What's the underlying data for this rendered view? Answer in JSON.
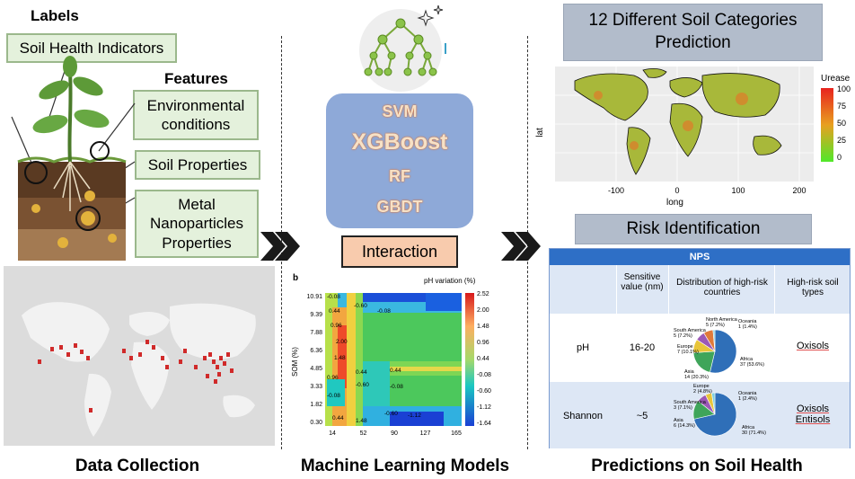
{
  "left": {
    "labels_title": "Labels",
    "soil_health": "Soil Health Indicators",
    "features_title": "Features",
    "environmental": "Environmental conditions",
    "soil_properties": "Soil Properties",
    "metal_nano": "Metal Nanoparticles Properties",
    "caption": "Data Collection"
  },
  "middle": {
    "models": [
      "SVM",
      "XGBoost",
      "RF",
      "GBDT"
    ],
    "interaction": "Interaction",
    "caption": "Machine Learning Models",
    "heatmap": {
      "panel_label": "b",
      "ylabel": "SOM (%)",
      "colorbar_title": "pH variation (%)",
      "yticks": [
        "10.91",
        "9.39",
        "7.88",
        "6.36",
        "4.85",
        "3.33",
        "1.82",
        "0.30"
      ],
      "xticks": [
        "14",
        "52",
        "90",
        "127",
        "165"
      ],
      "cbar_ticks": [
        "2.52",
        "2.00",
        "1.48",
        "0.96",
        "0.44",
        "-0.08",
        "-0.60",
        "-1.12",
        "-1.64"
      ],
      "cell_labels": [
        "-0.08",
        "0.44",
        "0.96",
        "2.00",
        "1.48",
        "0.96",
        "-0.08",
        "0.44",
        "-0.60",
        "-0.08",
        "0.44",
        "0.44",
        "-0.60",
        "-0.08",
        "-0.60",
        "-1.12",
        "1.48"
      ]
    }
  },
  "right": {
    "map_title": "12 Different Soil Categories Prediction",
    "map": {
      "ylabel": "lat",
      "xlabel": "long",
      "xticks": [
        "-100",
        "0",
        "100",
        "200"
      ],
      "legend_title": "Urease",
      "legend_ticks": [
        "100",
        "75",
        "50",
        "25",
        "0"
      ]
    },
    "risk_title": "Risk Identification",
    "table": {
      "header": "NPS",
      "columns": [
        "Sensitive value (nm)",
        "Distribution of high-risk countries",
        "High-risk soil types"
      ],
      "rows": [
        {
          "name": "pH",
          "value": "16-20",
          "soil": "Oxisols",
          "pie": [
            {
              "label": "Africa",
              "text": "37 (53.6%)",
              "value": 53.6,
              "color": "#2f6fb8"
            },
            {
              "label": "Asia",
              "text": "14 (20.3%)",
              "value": 20.3,
              "color": "#3fa55a"
            },
            {
              "label": "Europe",
              "text": "7 (10.1%)",
              "value": 10.1,
              "color": "#e8c53a"
            },
            {
              "label": "South America",
              "text": "5 (7.2%)",
              "value": 7.2,
              "color": "#9b59b6"
            },
            {
              "label": "North America",
              "text": "5 (7.2%)",
              "value": 7.2,
              "color": "#e07a3a"
            },
            {
              "label": "Oceania",
              "text": "1 (1.4%)",
              "value": 1.4,
              "color": "#7fcfe0"
            }
          ]
        },
        {
          "name": "Shannon",
          "value": "~5",
          "soil": "Oxisols Entisols",
          "pie": [
            {
              "label": "Africa",
              "text": "30 (71.4%)",
              "value": 71.4,
              "color": "#2f6fb8"
            },
            {
              "label": "Asia",
              "text": "6 (14.3%)",
              "value": 14.3,
              "color": "#3fa55a"
            },
            {
              "label": "South America",
              "text": "3 (7.1%)",
              "value": 7.1,
              "color": "#9b59b6"
            },
            {
              "label": "Europe",
              "text": "2 (4.8%)",
              "value": 4.8,
              "color": "#e8c53a"
            },
            {
              "label": "Oceania",
              "text": "1 (2.4%)",
              "value": 2.4,
              "color": "#7fcfe0"
            }
          ]
        }
      ]
    },
    "caption": "Predictions on Soil Health"
  }
}
